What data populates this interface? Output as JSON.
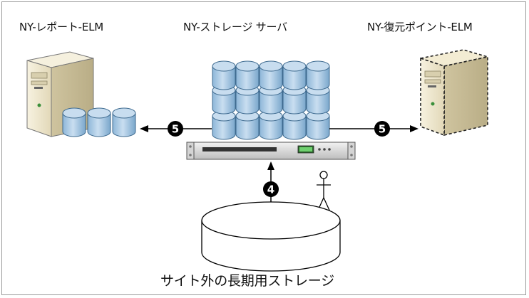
{
  "labels": {
    "left_server": "NY-レポート-ELM",
    "center_server": "NY-ストレージ サーバ",
    "right_server": "NY-復元ポイント-ELM",
    "offsite_storage": "サイト外の長期用ストレージ"
  },
  "badges": {
    "left_arrow": "5",
    "right_arrow": "5",
    "up_arrow": "4"
  },
  "colors": {
    "disk_fill": "#a9c9e3",
    "disk_dark": "#6d9cc2",
    "server_body": "#efe8cf",
    "badge_fill": "#000000"
  }
}
